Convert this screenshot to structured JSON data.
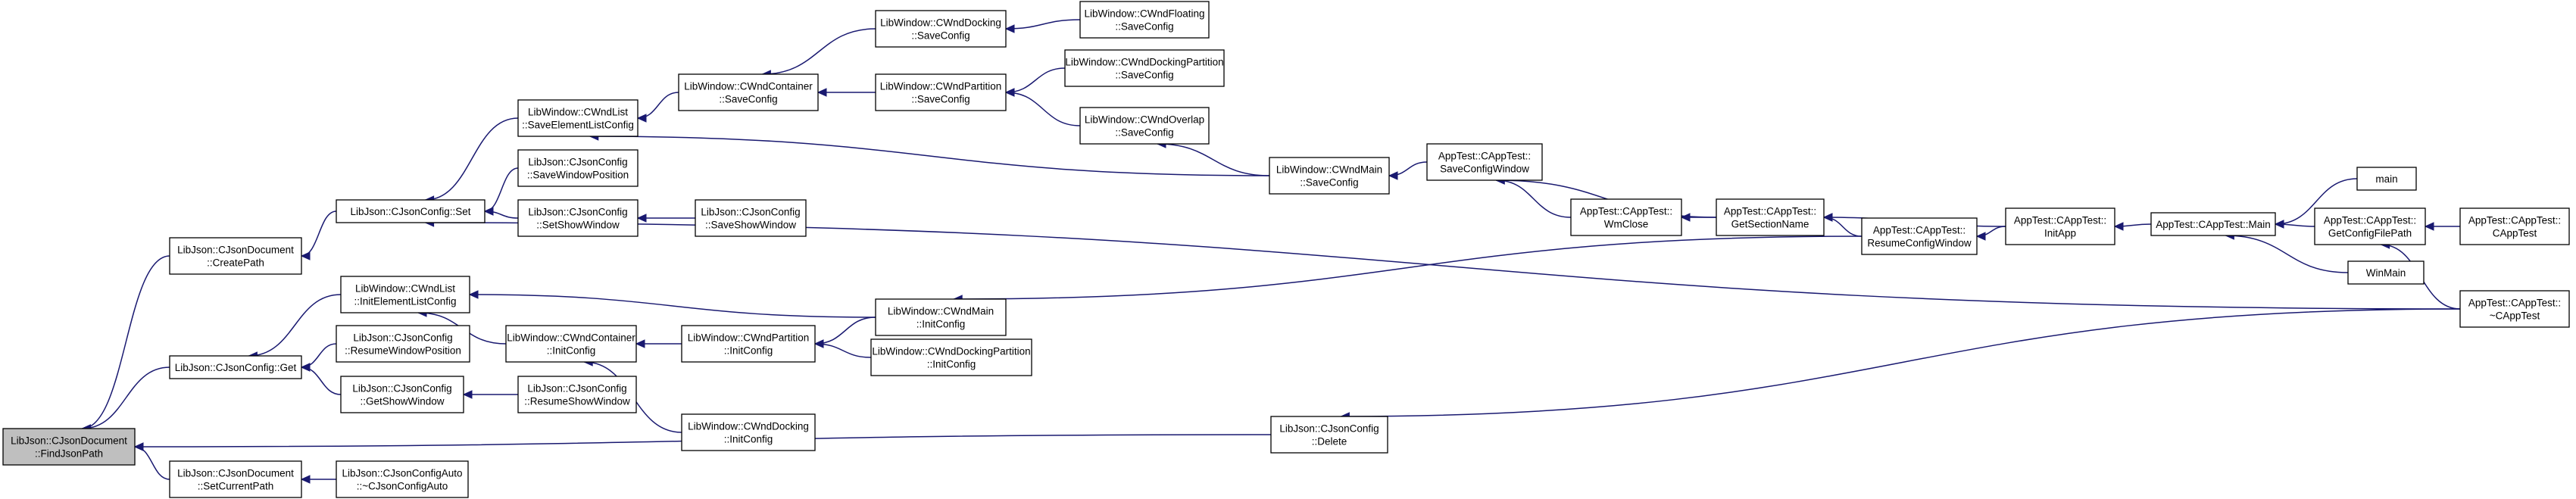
{
  "nodes": [
    {
      "id": "root",
      "lines": [
        "LibJson::CJsonDocument",
        "::FindJsonPath"
      ]
    },
    {
      "id": "createpath",
      "lines": [
        "LibJson::CJsonDocument",
        "::CreatePath"
      ]
    },
    {
      "id": "get",
      "lines": [
        "LibJson::CJsonConfig::Get"
      ]
    },
    {
      "id": "delete",
      "lines": [
        "LibJson::CJsonConfig",
        "::Delete"
      ]
    },
    {
      "id": "setcurrentpath",
      "lines": [
        "LibJson::CJsonDocument",
        "::SetCurrentPath"
      ]
    },
    {
      "id": "set",
      "lines": [
        "LibJson::CJsonConfig::Set"
      ]
    },
    {
      "id": "jcauto",
      "lines": [
        "LibJson::CJsonConfigAuto",
        "::~CJsonConfigAuto"
      ]
    },
    {
      "id": "savelist",
      "lines": [
        "LibWindow::CWndList",
        "::SaveElementListConfig"
      ]
    },
    {
      "id": "savewinpos",
      "lines": [
        "LibJson::CJsonConfig",
        "::SaveWindowPosition"
      ]
    },
    {
      "id": "setshow",
      "lines": [
        "LibJson::CJsonConfig",
        "::SetShowWindow"
      ]
    },
    {
      "id": "saveshow",
      "lines": [
        "LibJson::CJsonConfig",
        "::SaveShowWindow"
      ]
    },
    {
      "id": "initlist",
      "lines": [
        "LibWindow::CWndList",
        "::InitElementListConfig"
      ]
    },
    {
      "id": "resumewinpos",
      "lines": [
        "LibJson::CJsonConfig",
        "::ResumeWindowPosition"
      ]
    },
    {
      "id": "getshow",
      "lines": [
        "LibJson::CJsonConfig",
        "::GetShowWindow"
      ]
    },
    {
      "id": "resumeshow",
      "lines": [
        "LibJson::CJsonConfig",
        "::ResumeShowWindow"
      ]
    },
    {
      "id": "contsave",
      "lines": [
        "LibWindow::CWndContainer",
        "::SaveConfig"
      ]
    },
    {
      "id": "continit",
      "lines": [
        "LibWindow::CWndContainer",
        "::InitConfig"
      ]
    },
    {
      "id": "docksave",
      "lines": [
        "LibWindow::CWndDocking",
        "::SaveConfig"
      ]
    },
    {
      "id": "partsave",
      "lines": [
        "LibWindow::CWndPartition",
        "::SaveConfig"
      ]
    },
    {
      "id": "partinit",
      "lines": [
        "LibWindow::CWndPartition",
        "::InitConfig"
      ]
    },
    {
      "id": "dockinit",
      "lines": [
        "LibWindow::CWndDocking",
        "::InitConfig"
      ]
    },
    {
      "id": "floatsave",
      "lines": [
        "LibWindow::CWndFloating",
        "::SaveConfig"
      ]
    },
    {
      "id": "dockpartsave",
      "lines": [
        "LibWindow::CWndDockingPartition",
        "::SaveConfig"
      ]
    },
    {
      "id": "overlapsave",
      "lines": [
        "LibWindow::CWndOverlap",
        "::SaveConfig"
      ]
    },
    {
      "id": "mainsave",
      "lines": [
        "LibWindow::CWndMain",
        "::SaveConfig"
      ]
    },
    {
      "id": "maininit",
      "lines": [
        "LibWindow::CWndMain",
        "::InitConfig"
      ]
    },
    {
      "id": "dockpartinit",
      "lines": [
        "LibWindow::CWndDockingPartition",
        "::InitConfig"
      ]
    },
    {
      "id": "saveconfigwin",
      "lines": [
        "AppTest::CAppTest::",
        "SaveConfigWindow"
      ]
    },
    {
      "id": "wmclose",
      "lines": [
        "AppTest::CAppTest::",
        "WmClose"
      ]
    },
    {
      "id": "getsection",
      "lines": [
        "AppTest::CAppTest::",
        "GetSectionName"
      ]
    },
    {
      "id": "resumeconfig",
      "lines": [
        "AppTest::CAppTest::",
        "ResumeConfigWindow"
      ]
    },
    {
      "id": "initapp",
      "lines": [
        "AppTest::CAppTest::",
        "InitApp"
      ]
    },
    {
      "id": "appmain",
      "lines": [
        "AppTest::CAppTest::Main"
      ]
    },
    {
      "id": "main",
      "lines": [
        "main"
      ]
    },
    {
      "id": "winmain",
      "lines": [
        "WinMain"
      ]
    },
    {
      "id": "getconfigfile",
      "lines": [
        "AppTest::CAppTest::",
        "GetConfigFilePath"
      ]
    },
    {
      "id": "ctor",
      "lines": [
        "AppTest::CAppTest::",
        "CAppTest"
      ]
    },
    {
      "id": "dtor",
      "lines": [
        "AppTest::CAppTest::",
        "~CAppTest"
      ]
    }
  ],
  "edges": [
    {
      "from": "createpath",
      "to": "root"
    },
    {
      "from": "get",
      "to": "root"
    },
    {
      "from": "delete",
      "to": "root"
    },
    {
      "from": "setcurrentpath",
      "to": "root"
    },
    {
      "from": "set",
      "to": "createpath"
    },
    {
      "from": "jcauto",
      "to": "setcurrentpath"
    },
    {
      "from": "savelist",
      "to": "set"
    },
    {
      "from": "savewinpos",
      "to": "set"
    },
    {
      "from": "setshow",
      "to": "set"
    },
    {
      "from": "saveshow",
      "to": "setshow"
    },
    {
      "from": "initlist",
      "to": "get"
    },
    {
      "from": "resumewinpos",
      "to": "get"
    },
    {
      "from": "getshow",
      "to": "get"
    },
    {
      "from": "resumeshow",
      "to": "getshow"
    },
    {
      "from": "contsave",
      "to": "savelist"
    },
    {
      "from": "mainsave",
      "to": "savelist"
    },
    {
      "from": "docksave",
      "to": "contsave"
    },
    {
      "from": "partsave",
      "to": "contsave"
    },
    {
      "from": "floatsave",
      "to": "docksave"
    },
    {
      "from": "dockpartsave",
      "to": "partsave"
    },
    {
      "from": "overlapsave",
      "to": "partsave"
    },
    {
      "from": "mainsave",
      "to": "overlapsave"
    },
    {
      "from": "saveconfigwin",
      "to": "mainsave"
    },
    {
      "from": "wmclose",
      "to": "saveconfigwin"
    },
    {
      "from": "getsection",
      "to": "saveconfigwin"
    },
    {
      "from": "getsection",
      "to": "wmclose"
    },
    {
      "from": "resumeconfig",
      "to": "getsection"
    },
    {
      "from": "initapp",
      "to": "getsection"
    },
    {
      "from": "initapp",
      "to": "resumeconfig"
    },
    {
      "from": "appmain",
      "to": "initapp"
    },
    {
      "from": "main",
      "to": "appmain"
    },
    {
      "from": "winmain",
      "to": "appmain"
    },
    {
      "from": "getconfigfile",
      "to": "appmain"
    },
    {
      "from": "ctor",
      "to": "getconfigfile"
    },
    {
      "from": "dtor",
      "to": "getconfigfile"
    },
    {
      "from": "dtor",
      "to": "set"
    },
    {
      "from": "dtor",
      "to": "delete"
    },
    {
      "from": "continit",
      "to": "initlist"
    },
    {
      "from": "maininit",
      "to": "initlist"
    },
    {
      "from": "partinit",
      "to": "continit"
    },
    {
      "from": "dockinit",
      "to": "continit"
    },
    {
      "from": "maininit",
      "to": "partinit"
    },
    {
      "from": "dockpartinit",
      "to": "partinit"
    },
    {
      "from": "resumeconfig",
      "to": "maininit"
    }
  ]
}
